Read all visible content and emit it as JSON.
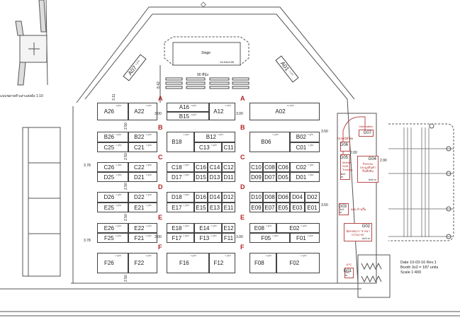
{
  "title_mark": "◇",
  "detail_caption": "แบบขยายหัวเสาแต่งผัง 1:10",
  "stage": {
    "label": "Stage",
    "size": "14.64x4.88"
  },
  "seating": {
    "label": "90 ที่นั่ง"
  },
  "aisles": [
    "A",
    "A",
    "B",
    "B",
    "C",
    "C",
    "D",
    "D",
    "E",
    "E",
    "F",
    "F"
  ],
  "booths": [
    {
      "id": "A07",
      "units": "3 ยูนิต"
    },
    {
      "id": "A01",
      "units": "3 ยูนิต"
    },
    {
      "id": "A26",
      "units": "4 ยูนิต"
    },
    {
      "id": "A22",
      "units": "4 ยูนิต"
    },
    {
      "id": "A16",
      "units": "3 ยูนิต"
    },
    {
      "id": "B15",
      "units": "3 ยูนิต"
    },
    {
      "id": "A12",
      "units": "4 ยูนิต"
    },
    {
      "id": "A02",
      "units": "10 ยูนิต"
    },
    {
      "id": "B26",
      "units": "2 ยูนิต"
    },
    {
      "id": "B22",
      "units": "2 ยูนิต"
    },
    {
      "id": "C25",
      "units": "2 ยูนิต"
    },
    {
      "id": "C21",
      "units": "2 ยูนิต"
    },
    {
      "id": "B18",
      "units": "4 ยูนิต"
    },
    {
      "id": "B12",
      "units": "3 ยูนิต"
    },
    {
      "id": "C13",
      "units": "2 ยูนิต"
    },
    {
      "id": "C11",
      "units": ""
    },
    {
      "id": "B06",
      "units": "6 ยูนิต"
    },
    {
      "id": "B02",
      "units": "2 ยูนิต"
    },
    {
      "id": "C01",
      "units": "2 ยูนิต"
    },
    {
      "id": "C26",
      "units": "2 ยูนิต"
    },
    {
      "id": "C22",
      "units": "2 ยูนิต"
    },
    {
      "id": "D25",
      "units": "2 ยูนิต"
    },
    {
      "id": "D21",
      "units": "2 ยูนิต"
    },
    {
      "id": "C18",
      "units": "2 ยูนิต"
    },
    {
      "id": "C16",
      "units": ""
    },
    {
      "id": "C14",
      "units": ""
    },
    {
      "id": "C12",
      "units": ""
    },
    {
      "id": "D17",
      "units": "2 ยูนิต"
    },
    {
      "id": "D15",
      "units": ""
    },
    {
      "id": "D13",
      "units": ""
    },
    {
      "id": "D11",
      "units": ""
    },
    {
      "id": "C10",
      "units": ""
    },
    {
      "id": "C08",
      "units": ""
    },
    {
      "id": "C06",
      "units": ""
    },
    {
      "id": "C02",
      "units": "2 ยูนิต"
    },
    {
      "id": "D09",
      "units": ""
    },
    {
      "id": "D07",
      "units": ""
    },
    {
      "id": "D05",
      "units": ""
    },
    {
      "id": "D01",
      "units": "2 ยูนิต"
    },
    {
      "id": "D26",
      "units": "2 ยูนิต"
    },
    {
      "id": "D22",
      "units": "2 ยูนิต"
    },
    {
      "id": "E25",
      "units": "2 ยูนิต"
    },
    {
      "id": "E21",
      "units": "2 ยูนิต"
    },
    {
      "id": "D18",
      "units": "2 ยูนิต"
    },
    {
      "id": "D16",
      "units": ""
    },
    {
      "id": "D14",
      "units": ""
    },
    {
      "id": "D12",
      "units": ""
    },
    {
      "id": "E17",
      "units": "2 ยูนิต"
    },
    {
      "id": "E15",
      "units": ""
    },
    {
      "id": "E13",
      "units": ""
    },
    {
      "id": "E11",
      "units": ""
    },
    {
      "id": "D10",
      "units": ""
    },
    {
      "id": "D08",
      "units": ""
    },
    {
      "id": "D06",
      "units": ""
    },
    {
      "id": "D04",
      "units": ""
    },
    {
      "id": "D02",
      "units": ""
    },
    {
      "id": "E09",
      "units": ""
    },
    {
      "id": "E07",
      "units": ""
    },
    {
      "id": "E05",
      "units": ""
    },
    {
      "id": "E03",
      "units": ""
    },
    {
      "id": "E01",
      "units": ""
    },
    {
      "id": "E26",
      "units": "2 ยูนิต"
    },
    {
      "id": "E22",
      "units": "2 ยูนิต"
    },
    {
      "id": "F25",
      "units": "2 ยูนิต"
    },
    {
      "id": "F21",
      "units": "2 ยูนิต"
    },
    {
      "id": "E18",
      "units": "2 ยูนิต"
    },
    {
      "id": "E14",
      "units": "2 ยูนิต"
    },
    {
      "id": "E12",
      "units": ""
    },
    {
      "id": "F17",
      "units": "2 ยูนิต"
    },
    {
      "id": "F13",
      "units": "2 ยูนิต"
    },
    {
      "id": "F11",
      "units": ""
    },
    {
      "id": "E08",
      "units": "2 ยูนิต"
    },
    {
      "id": "E02",
      "units": "2 ยูนิต"
    },
    {
      "id": "F05",
      "units": "2 ยูนิต"
    },
    {
      "id": "F01",
      "units": "2 ยูนิต"
    },
    {
      "id": "F26",
      "units": "4 ยูนิต"
    },
    {
      "id": "F22",
      "units": "4 ยูนิต"
    },
    {
      "id": "F16",
      "units": "6 ยูนิต"
    },
    {
      "id": "F12",
      "units": "4 ยูนิต"
    },
    {
      "id": "F08",
      "units": "4 ยูนิต"
    },
    {
      "id": "F02",
      "units": "6 ยูนิต"
    }
  ],
  "dimensions": [
    "8.42",
    "3.11",
    "3.00",
    "3.00",
    "2.50",
    "2.50",
    "2.50",
    "2.50",
    "2.50",
    "3.50",
    "3.50",
    "3.78",
    "3.78",
    "3.00",
    "3.00",
    "2.00",
    "2.90"
  ],
  "service_booths": [
    {
      "id": "G07",
      "desc": "Information",
      "size": ""
    },
    {
      "id": "G06",
      "desc": "ไปรษณีย์ไทย",
      "size": ""
    },
    {
      "id": "G05",
      "desc": "Mobile SCB Training",
      "size": "6x2 m"
    },
    {
      "id": "G04",
      "desc": "กิจกรรม ประมูลสินค้า ลิ้งเสียสิน",
      "size": "6x6 m"
    },
    {
      "id": "G03",
      "desc": "แผ่น ล้านสิ้น",
      "size": "3x2 m"
    },
    {
      "id": "G02",
      "desc": "นิทรรศการ \"จากจากรโนราห\"",
      "size": "6x3 m"
    },
    {
      "id": "G01",
      "desc": "ATC",
      "size": "2x2 m"
    }
  ],
  "notes": [
    "Date 10-03-16 Rev.1",
    "Booth 3x2 = 187 units",
    "Scale 1:400"
  ],
  "colors": {
    "aisle": "#b22222",
    "service": "#b84a4a"
  }
}
